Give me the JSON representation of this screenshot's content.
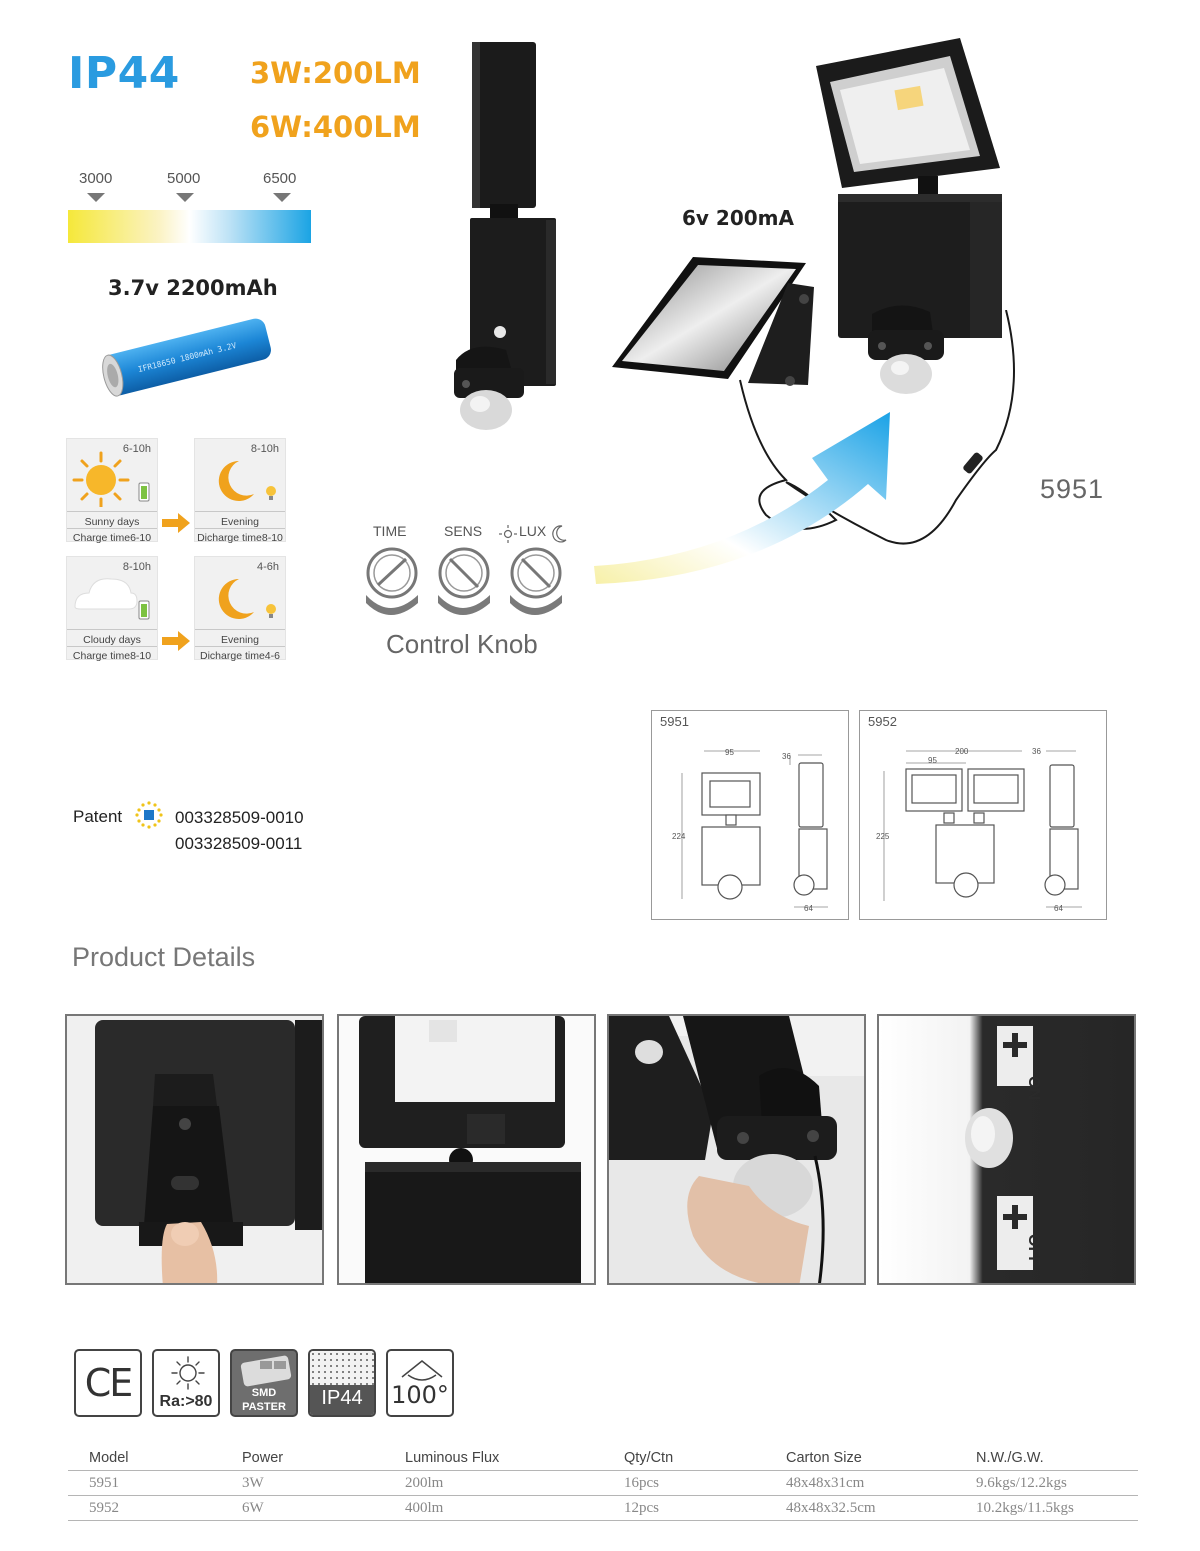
{
  "specs": {
    "ip_rating": "IP44",
    "lumen_lines": [
      "3W:200LM",
      "6W:400LM"
    ],
    "cct_values": [
      "3000",
      "5000",
      "6500"
    ],
    "battery": "3.7v 2200mAh",
    "battery_print": "IFR18650 1800mAh 3.2V",
    "solar_panel": "6v 200mA",
    "model_tag": "5951"
  },
  "charge_cards": [
    {
      "hours": "6-10h",
      "title": "Sunny days",
      "subtitle": "Charge time6-10",
      "icon": "sun-icon"
    },
    {
      "hours": "8-10h",
      "title": "Evening",
      "subtitle": "Dicharge time8-10",
      "icon": "moon-icon"
    },
    {
      "hours": "8-10h",
      "title": "Cloudy days",
      "subtitle": "Charge time8-10",
      "icon": "cloud-icon"
    },
    {
      "hours": "4-6h",
      "title": "Evening",
      "subtitle": "Dicharge time4-6",
      "icon": "moon-icon"
    }
  ],
  "control_knob": {
    "labels": [
      "TIME",
      "SENS",
      "LUX"
    ],
    "title": "Control Knob"
  },
  "patent": {
    "label": "Patent",
    "numbers": [
      "003328509-0010",
      "003328509-0011"
    ]
  },
  "dimensions": [
    {
      "model": "5951",
      "width": "95",
      "height": "224",
      "depth": "36",
      "base": "64"
    },
    {
      "model": "5952",
      "width": "200",
      "inner_width": "95",
      "height": "225",
      "depth": "36",
      "base": "64"
    }
  ],
  "section_title": "Product Details",
  "photos": [
    {
      "label": "wall-bracket-photo",
      "switch_on": "ON",
      "switch_off": "OFF"
    }
  ],
  "certifications": [
    {
      "name": "ce-mark",
      "text": "CE"
    },
    {
      "name": "cri",
      "text": "Ra:>80"
    },
    {
      "name": "smd",
      "text_top": "SMD",
      "text_bottom": "PASTER"
    },
    {
      "name": "ip",
      "text": "IP44"
    },
    {
      "name": "beam",
      "text": "100°"
    }
  ],
  "spec_table": {
    "headers": [
      "Model",
      "Power",
      "Luminous Flux",
      "Qty/Ctn",
      "Carton Size",
      "N.W./G.W."
    ],
    "rows": [
      [
        "5951",
        "3W",
        "200lm",
        "16pcs",
        "48x48x31cm",
        "9.6kgs/12.2kgs"
      ],
      [
        "5952",
        "6W",
        "400lm",
        "12pcs",
        "48x48x32.5cm",
        "10.2kgs/11.5kgs"
      ]
    ]
  },
  "colors": {
    "ip_blue": "#2a9be0",
    "lumen_orange": "#f0a21d",
    "arrow_orange": "#f0a21d"
  }
}
